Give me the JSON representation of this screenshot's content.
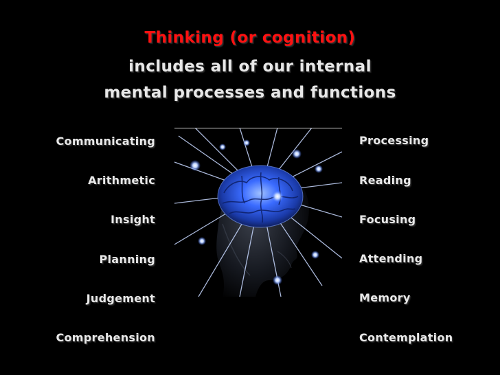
{
  "heading": {
    "line1": "Thinking (or cognition)",
    "line2": "includes all of our internal",
    "line3": "mental processes and functions"
  },
  "left_terms": [
    "Communicating",
    "Arithmetic",
    "Insight",
    "Planning",
    "Judgement",
    "Comprehension"
  ],
  "right_terms": [
    "Processing",
    "Reading",
    "Focusing",
    "Attending",
    "Memory",
    "Contemplation"
  ],
  "colors": {
    "background": "#000000",
    "heading_accent": "#ff1111",
    "text": "#e8e8e8",
    "brain_glow": "#3a6bff"
  },
  "image": {
    "icon": "glowing-brain-head-illustration"
  }
}
